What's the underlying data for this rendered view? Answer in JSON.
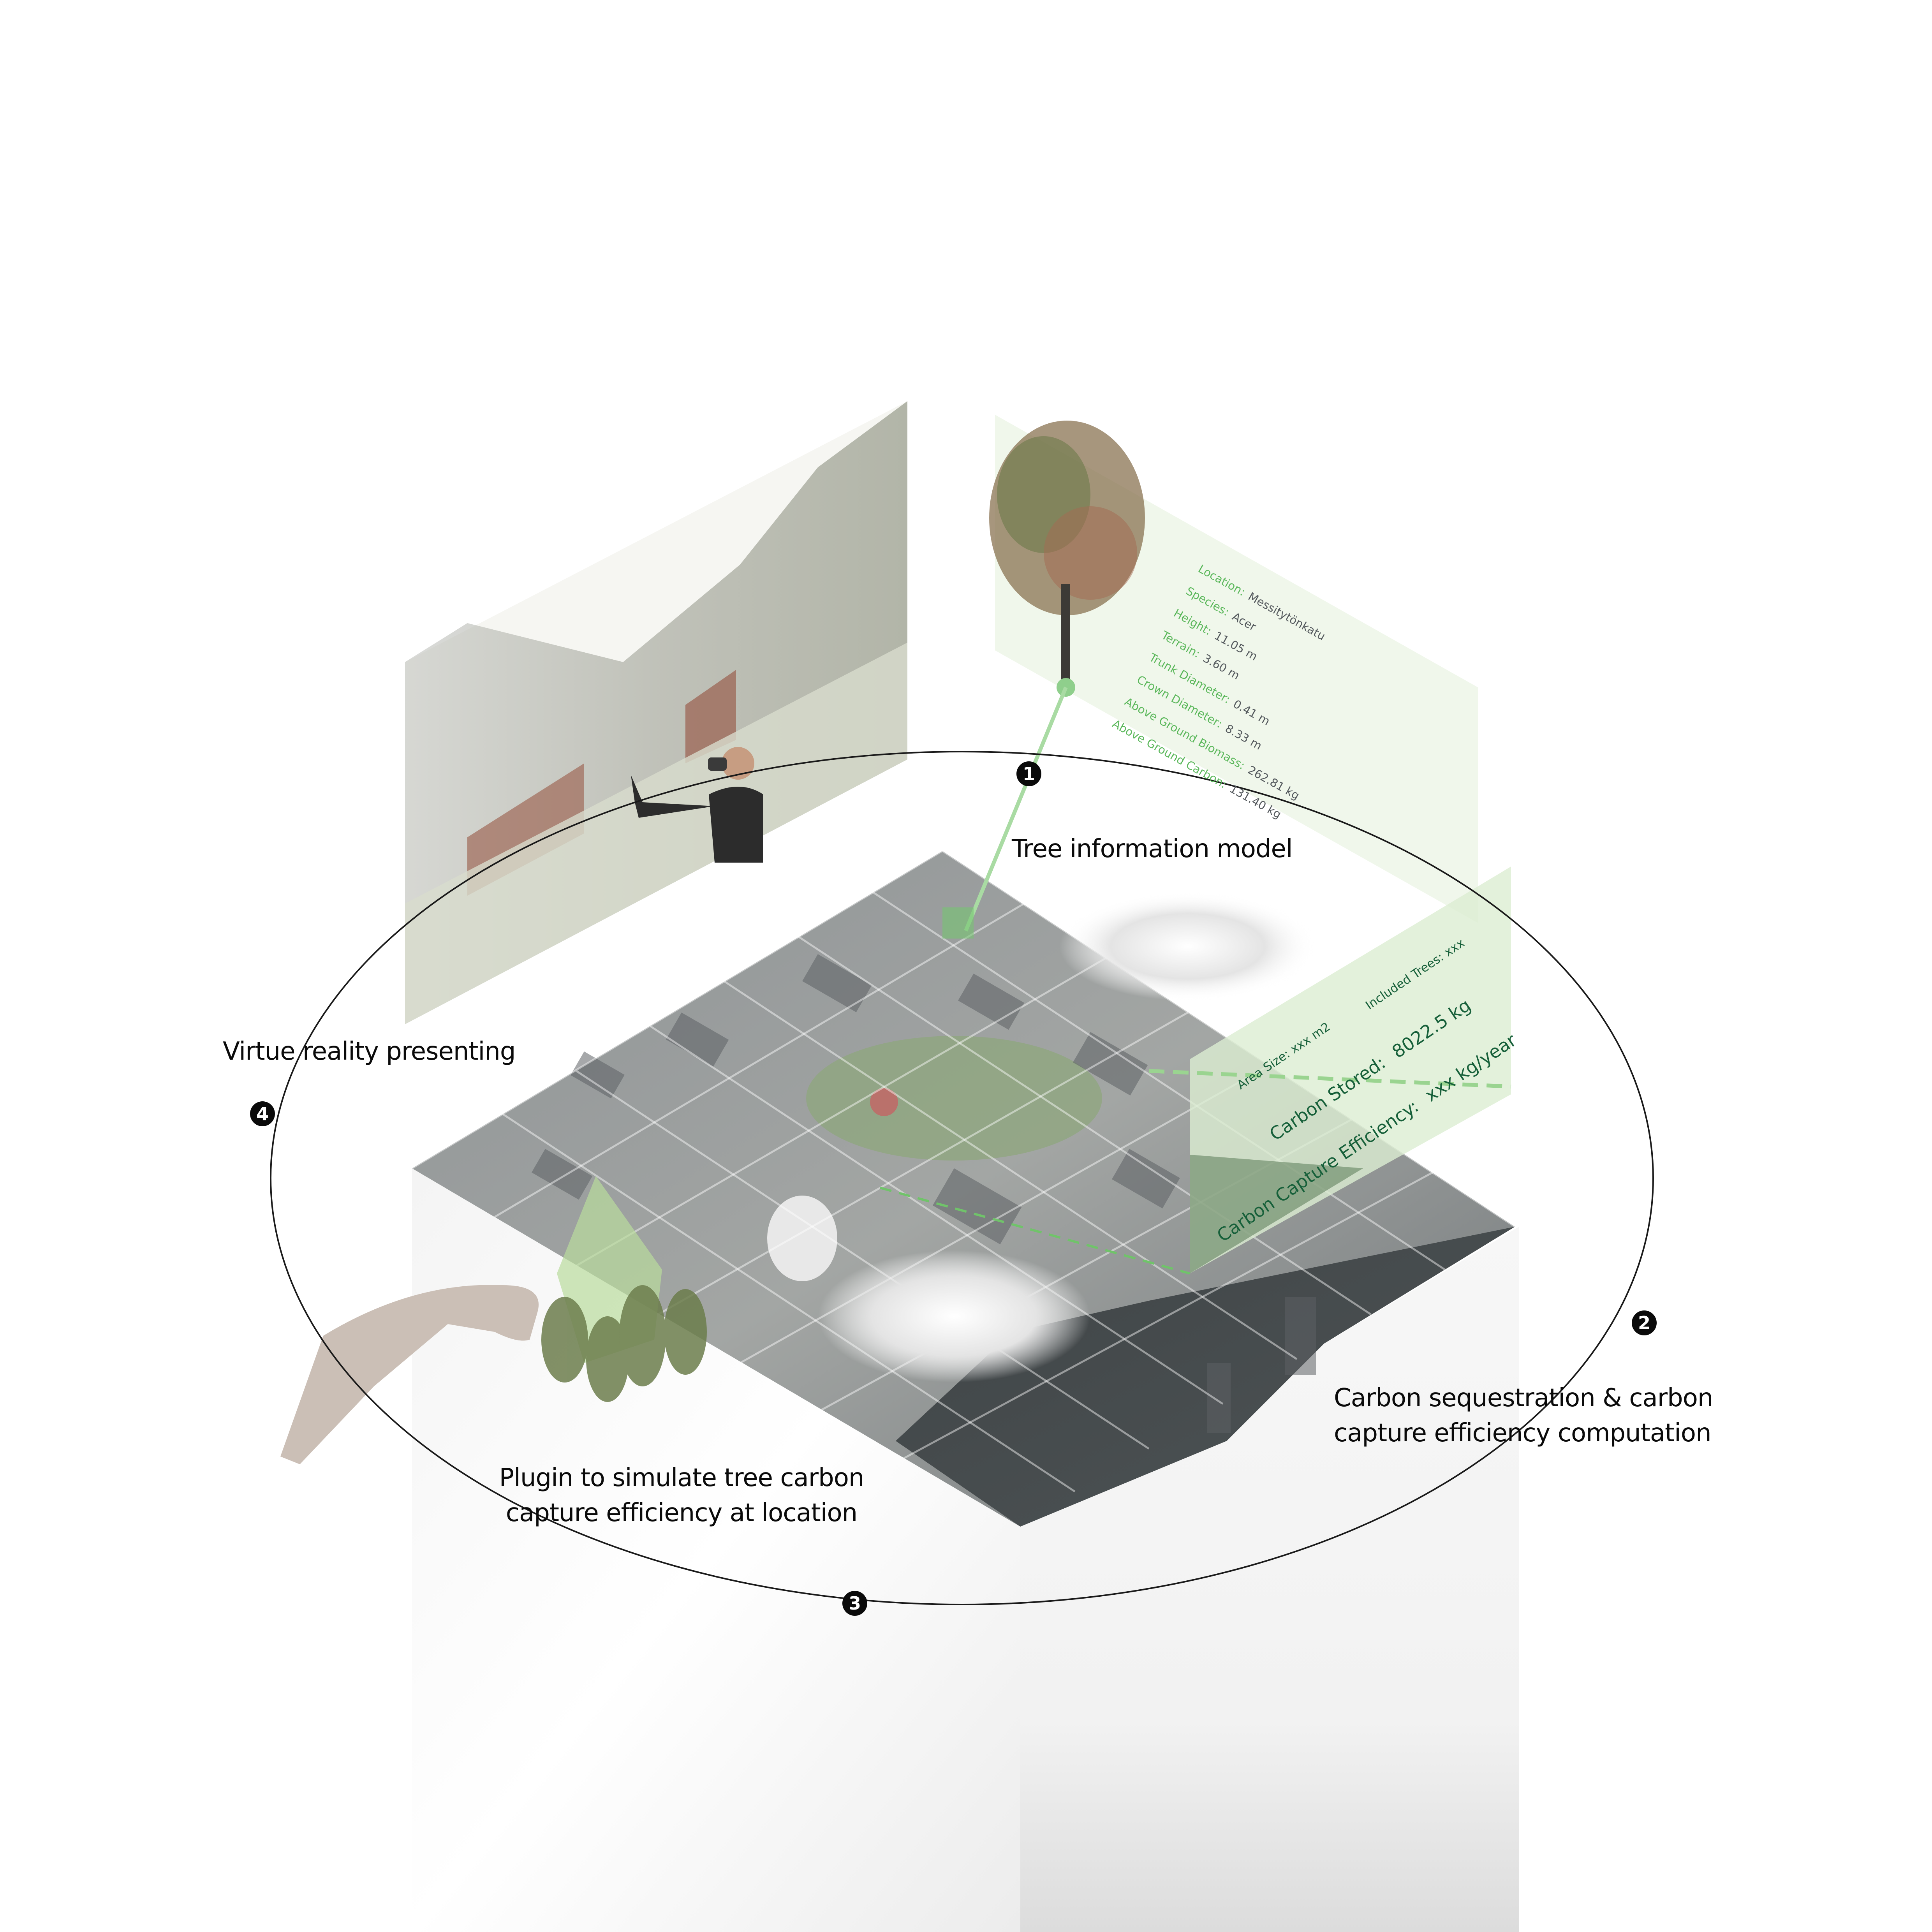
{
  "diagram": {
    "steps": [
      {
        "number": "1",
        "label": "Tree information model"
      },
      {
        "number": "2",
        "label_line1": "Carbon sequestration & carbon",
        "label_line2": "capture efficiency computation"
      },
      {
        "number": "3",
        "label_line1": "Plugin to simulate tree carbon",
        "label_line2": "capture efficiency at location"
      },
      {
        "number": "4",
        "label": "Virtue reality presenting"
      }
    ],
    "tree_info": {
      "fields": [
        {
          "key": "Location:",
          "value": "Messitytönkatu"
        },
        {
          "key": "Species:",
          "value": "Acer"
        },
        {
          "key": "Height:",
          "value": "11.05 m"
        },
        {
          "key": "Terrain:",
          "value": "3.60 m"
        },
        {
          "key": "Trunk Diameter:",
          "value": "0.41 m"
        },
        {
          "key": "Crown Diameter:",
          "value": "8.33 m"
        },
        {
          "key": "Above Ground Biomass:",
          "value": "262.81 kg"
        },
        {
          "key": "Above Ground Carbon:",
          "value": "131.40 kg"
        }
      ]
    },
    "area_info": {
      "area_size": "Area Size: xxx m2",
      "included_trees": "Included Trees: xxx",
      "carbon_stored_label": "Carbon Stored:",
      "carbon_stored_value": "8022.5 kg",
      "efficiency_label": "Carbon Capture Efficiency:",
      "efficiency_value": "xxx kg/year"
    },
    "colors": {
      "accent_green": "#5cb85c",
      "dark_green": "#17603a",
      "panel_green": "#e9f3e3",
      "line": "#1a1a1a"
    }
  }
}
